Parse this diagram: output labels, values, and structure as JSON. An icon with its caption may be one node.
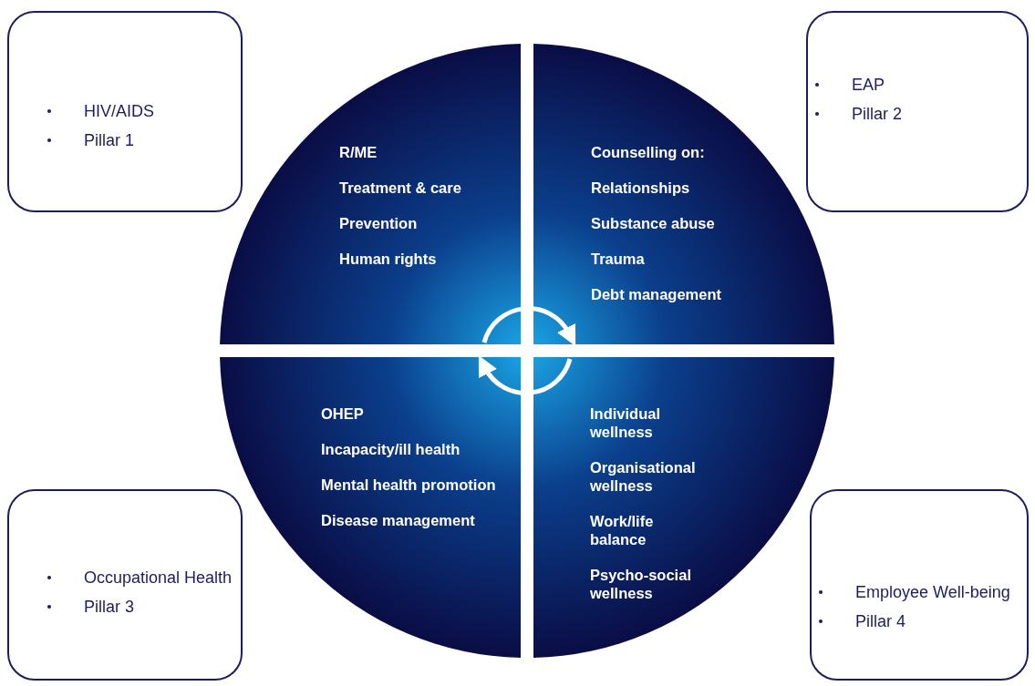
{
  "diagram": {
    "nodes": [
      {
        "text": [
          "HIV/AIDS",
          "Pillar 1"
        ]
      },
      {
        "text": [
          "EAP",
          "Pillar 2"
        ]
      },
      {
        "text": [
          "Occupational Health",
          "Pillar 3"
        ]
      },
      {
        "text": [
          "Employee Well-being",
          "Pillar 4"
        ]
      },
      {
        "text": [
          "R/ME",
          "Treatment & care",
          "Prevention",
          "Human rights"
        ]
      },
      {
        "text": [
          "Counselling on:",
          "Relationships",
          "Substance abuse",
          "Trauma",
          "Debt management"
        ]
      },
      {
        "text": [
          "OHEP",
          "Incapacity/ill health",
          "Mental health promotion",
          "Disease management"
        ]
      },
      {
        "text": [
          "Individual wellness",
          "Organisational wellness",
          "Work/life balance",
          "Psycho-social wellness"
        ]
      }
    ],
    "edges": [
      {
        "from": 4,
        "to": 5,
        "arrow": "to"
      },
      {
        "from": 7,
        "to": 6,
        "arrow": "to"
      }
    ]
  }
}
